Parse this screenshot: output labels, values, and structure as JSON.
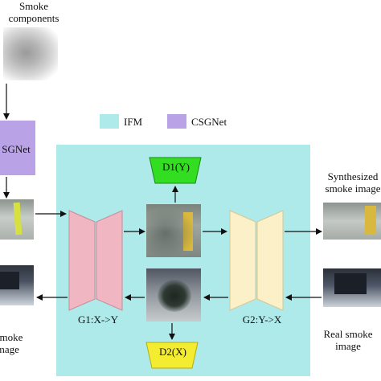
{
  "legend": {
    "ifm": "IFM",
    "csgnet": "CSGNet"
  },
  "smoke_components": {
    "line1": "Smoke",
    "line2": "components"
  },
  "csgnet_box": {
    "label": "SGNet"
  },
  "generators": {
    "g1": "G1:X->Y",
    "g2": "G2:Y->X"
  },
  "discriminators": {
    "d1": "D1(Y)",
    "d2": "D2(X)"
  },
  "synthesized": {
    "line1": "Synthesized",
    "line2": "smoke image"
  },
  "real_right": {
    "line1": "Real smoke",
    "line2": "image"
  },
  "real_left": {
    "line1": "l smoke",
    "line2": "image"
  },
  "colors": {
    "ifm": "#aeeaea",
    "csgnet": "#b9a2e6",
    "g1": "#f0b7c2",
    "g2": "#fbf0c8",
    "d1": "#33dd22",
    "d2": "#f4ec30"
  }
}
